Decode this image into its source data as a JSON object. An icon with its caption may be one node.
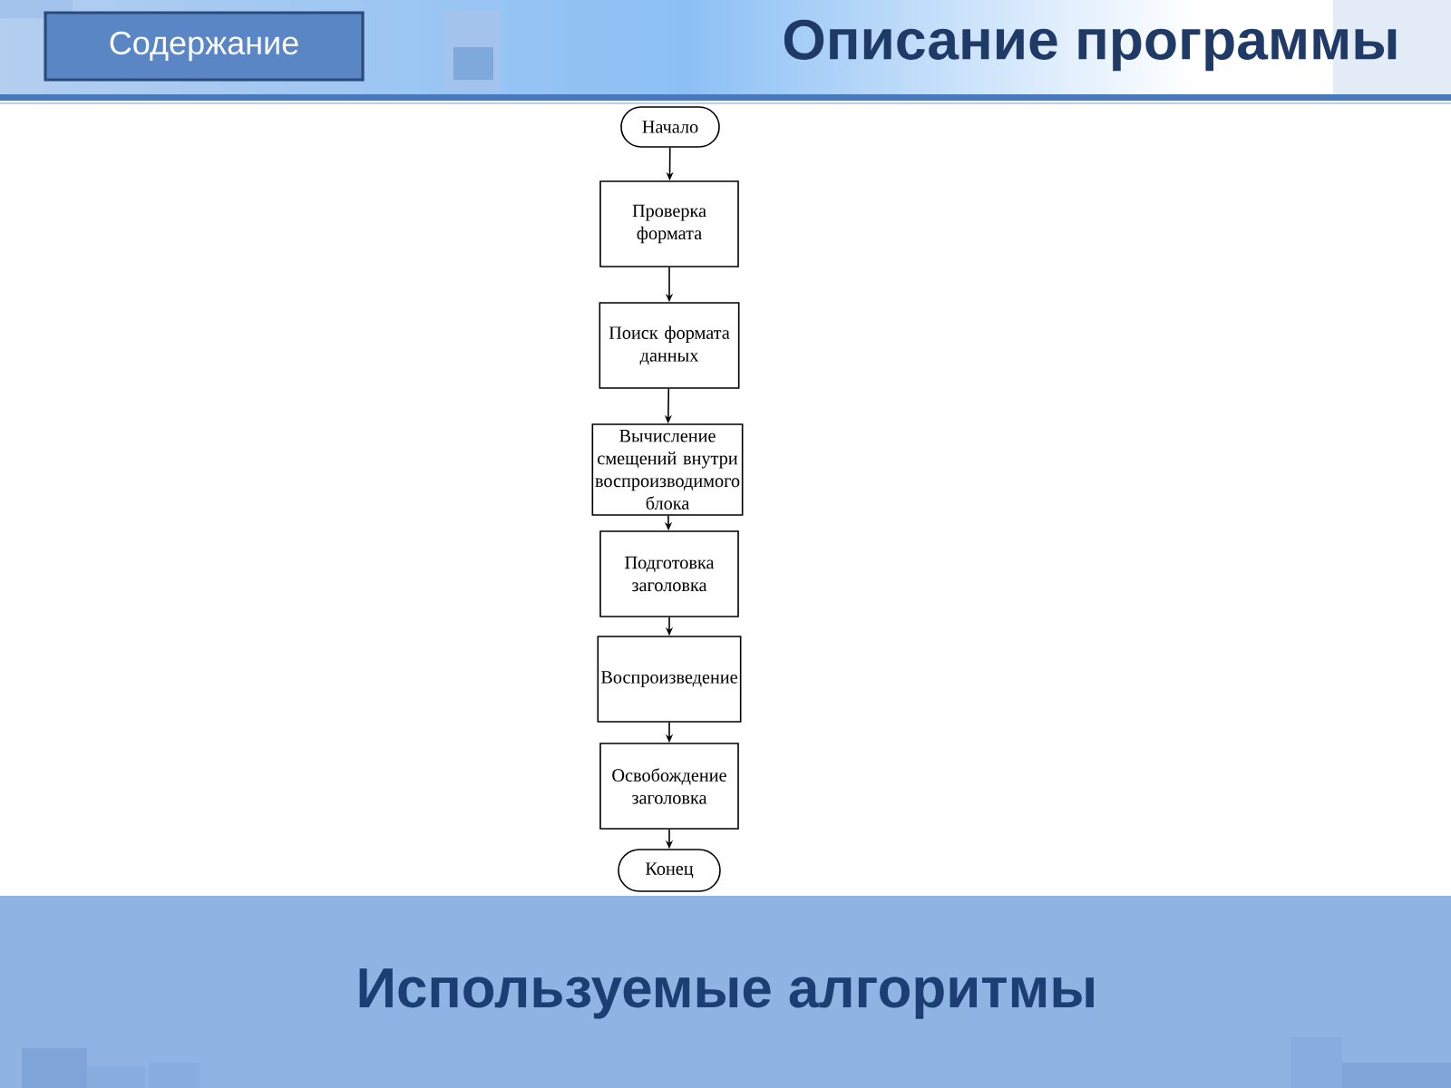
{
  "diagram": {
    "title": "Описание программы",
    "nodes": [
      {
        "text": [
          "Начало"
        ]
      },
      {
        "text": [
          "Проверка формата"
        ]
      },
      {
        "text": [
          "Поиск формата данных"
        ]
      },
      {
        "text": [
          "Вычисление смещений внутри воспроизводимого блока"
        ]
      },
      {
        "text": [
          "Подготовка заголовка"
        ]
      },
      {
        "text": [
          "Воспроизведение"
        ]
      },
      {
        "text": [
          "Освобождение заголовка"
        ]
      },
      {
        "text": [
          "Конец"
        ]
      }
    ],
    "edges": [
      {
        "from": 0,
        "to": 1,
        "arrow": "to"
      },
      {
        "from": 1,
        "to": 2,
        "arrow": "to"
      },
      {
        "from": 2,
        "to": 3,
        "arrow": "to"
      },
      {
        "from": 3,
        "to": 4,
        "arrow": "to"
      },
      {
        "from": 4,
        "to": 5,
        "arrow": "to"
      },
      {
        "from": 5,
        "to": 6,
        "arrow": "to"
      },
      {
        "from": 6,
        "to": 7,
        "arrow": "to"
      }
    ],
    "labels": [
      "Содержание",
      "Используемые алгоритмы"
    ]
  }
}
